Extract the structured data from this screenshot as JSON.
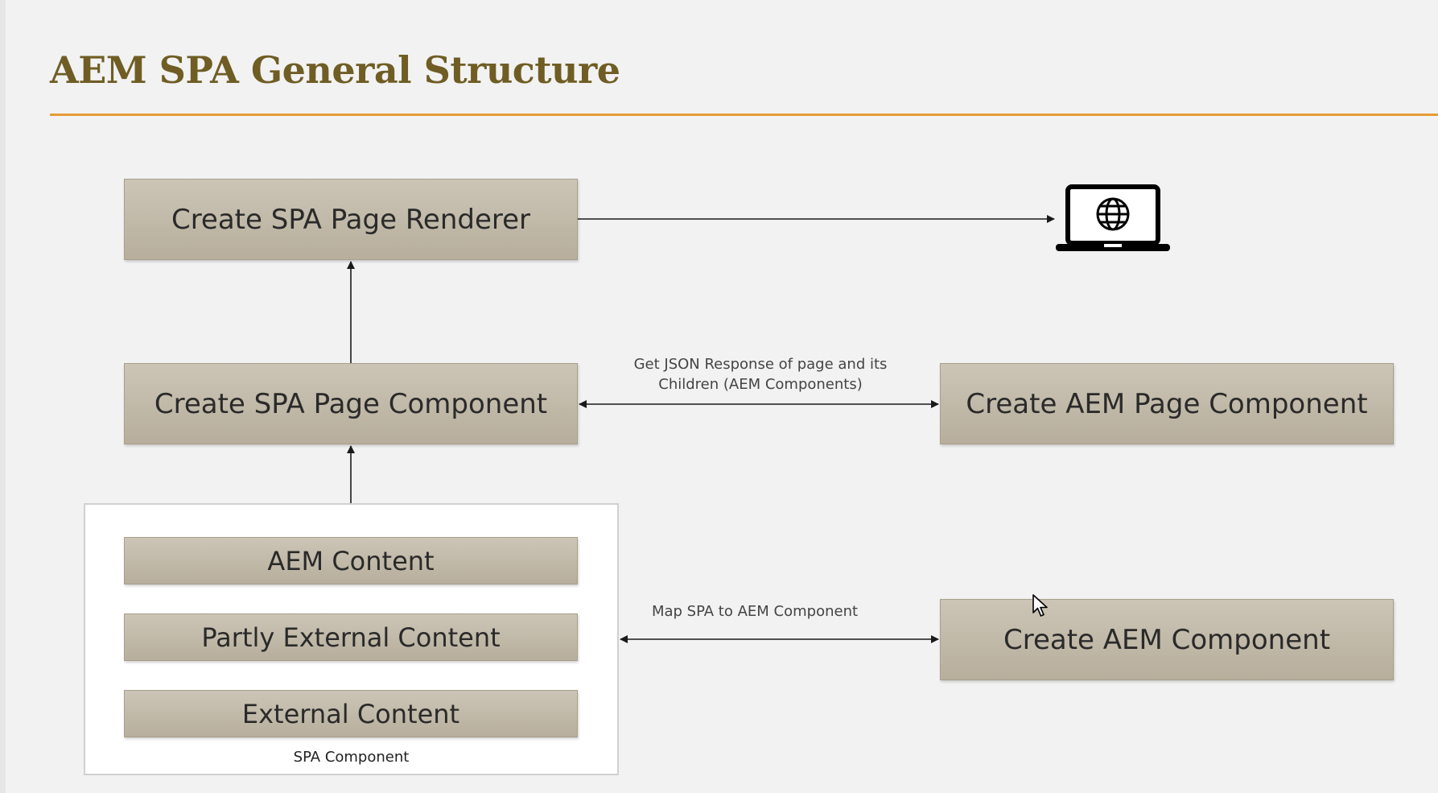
{
  "slide": {
    "title": "AEM SPA General Structure",
    "accent_color": "#e59c33",
    "title_color": "#6f5d24"
  },
  "nodes": {
    "spa_page_renderer": "Create SPA Page Renderer",
    "spa_page_component": "Create SPA Page Component",
    "aem_page_component": "Create AEM Page Component",
    "aem_component": "Create AEM Component",
    "aem_content": "AEM Content",
    "partly_external_content": "Partly External Content",
    "external_content": "External Content"
  },
  "container": {
    "label": "SPA Component"
  },
  "edges": {
    "json_response_line1": "Get JSON Response of page and its",
    "json_response_line2": "Children (AEM Components)",
    "map_spa_to_aem": "Map SPA to AEM Component"
  },
  "icons": {
    "device": "laptop-globe-icon",
    "pointer": "mouse-cursor-icon"
  }
}
